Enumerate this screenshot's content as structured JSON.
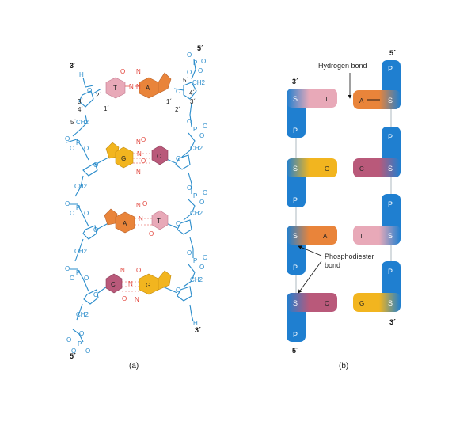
{
  "colors": {
    "backbone": "#2a8ccb",
    "segment": "#1f7fd0",
    "thymine": "#e8a9b8",
    "adenine": "#e9843a",
    "guanine": "#f2b51f",
    "cytosine": "#b9597a",
    "hbond": "#e2443b"
  },
  "panel_a": {
    "caption": "(a)",
    "left_top": "3´",
    "left_bottom": "5´",
    "right_top": "5´",
    "right_bottom": "3´",
    "h": "H",
    "p": "P",
    "o": "O",
    "n": "N",
    "ch2": "CH2",
    "primes": {
      "p1": "1´",
      "p2": "2´",
      "p3": "3´",
      "p4": "4´",
      "p5": "5´"
    },
    "pairs": [
      {
        "left": "T",
        "right": "A"
      },
      {
        "left": "G",
        "right": "C"
      },
      {
        "left": "A",
        "right": "T"
      },
      {
        "left": "C",
        "right": "G"
      }
    ]
  },
  "panel_b": {
    "caption": "(b)",
    "hydrogen_bond_label": "Hydrogen bond",
    "phosphodiester_line1": "Phosphodiester",
    "phosphodiester_line2": "bond",
    "left_top": "3´",
    "left_bottom": "5´",
    "right_top": "5´",
    "right_bottom": "3´",
    "s": "S",
    "p": "P",
    "pairs": [
      {
        "left": "T",
        "right": "A"
      },
      {
        "left": "G",
        "right": "C"
      },
      {
        "left": "A",
        "right": "T"
      },
      {
        "left": "C",
        "right": "G"
      }
    ]
  }
}
